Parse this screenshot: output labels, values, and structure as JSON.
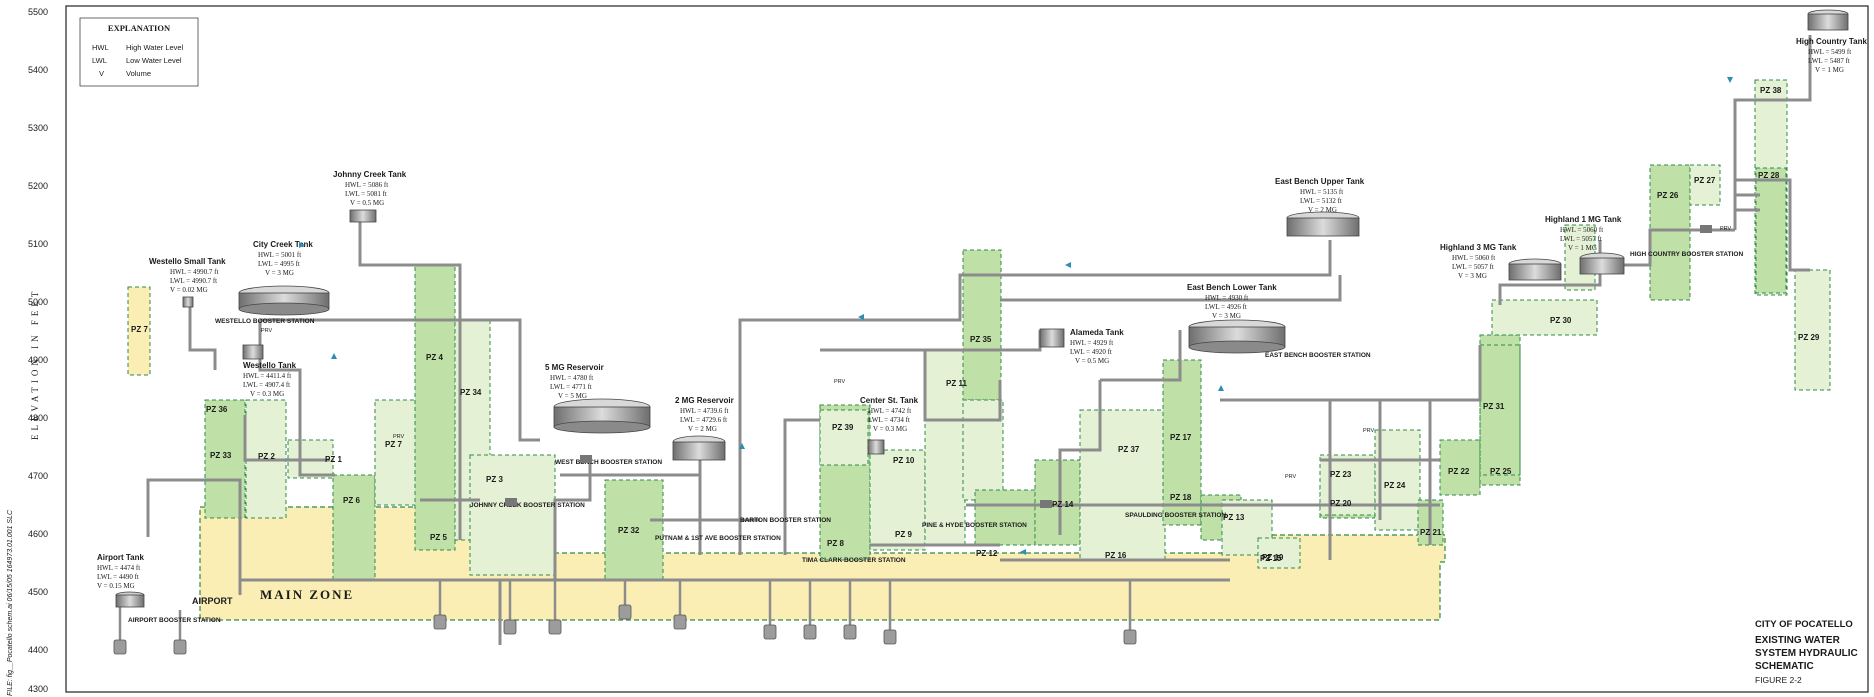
{
  "y_axis": {
    "label": "ELEVATION IN FEET",
    "ticks": [
      "5500",
      "5400",
      "5300",
      "5200",
      "5100",
      "5000",
      "4900",
      "4800",
      "4700",
      "4600",
      "4500",
      "4400",
      "4300"
    ]
  },
  "file_note": "FILE: fig__Pocatello schem.ai 06/15/05 164973.01.001 SLC",
  "explanation": {
    "title": "EXPLANATION",
    "rows": [
      {
        "abbr": "HWL",
        "desc": "High Water Level"
      },
      {
        "abbr": "LWL",
        "desc": "Low Water Level"
      },
      {
        "abbr": "V",
        "desc": "Volume"
      }
    ]
  },
  "main_zone": "MAIN ZONE",
  "tanks": [
    {
      "name": "Airport Tank",
      "lines": [
        "HWL = 4474 ft",
        "LWL = 4490 ft",
        "V = 0.15 MG"
      ]
    },
    {
      "name": "Westello Small Tank",
      "lines": [
        "HWL = 4990.7 ft",
        "LWL = 4990.7 ft",
        "V = 0.02 MG"
      ]
    },
    {
      "name": "City Creek Tank",
      "lines": [
        "HWL = 5001 ft",
        "LWL = 4995 ft",
        "V = 3 MG"
      ]
    },
    {
      "name": "Johnny Creek Tank",
      "lines": [
        "HWL = 5086 ft",
        "LWL = 5081 ft",
        "V = 0.5 MG"
      ]
    },
    {
      "name": "Westello Tank",
      "lines": [
        "HWL = 4411.4 ft",
        "LWL = 4907.4 ft",
        "V = 0.3 MG"
      ]
    },
    {
      "name": "5 MG Reservoir",
      "lines": [
        "HWL = 4780 ft",
        "LWL = 4771 ft",
        "V = 5 MG"
      ]
    },
    {
      "name": "2 MG Reservoir",
      "lines": [
        "HWL = 4739.6 ft",
        "LWL = 4729.6 ft",
        "V = 2 MG"
      ]
    },
    {
      "name": "Center St. Tank",
      "lines": [
        "HWL = 4742 ft",
        "LWL = 4734 ft",
        "V = 0.3 MG"
      ]
    },
    {
      "name": "Alameda Tank",
      "lines": [
        "HWL = 4929 ft",
        "LWL = 4920 ft",
        "V = 0.5 MG"
      ]
    },
    {
      "name": "East Bench Lower Tank",
      "lines": [
        "HWL = 4930 ft",
        "LWL = 4926 ft",
        "V = 3 MG"
      ]
    },
    {
      "name": "East Bench Upper Tank",
      "lines": [
        "HWL = 5135 ft",
        "LWL = 5132 ft",
        "V = 2 MG"
      ]
    },
    {
      "name": "Highland 3 MG Tank",
      "lines": [
        "HWL = 5060 ft",
        "LWL = 5057 ft",
        "V = 3 MG"
      ]
    },
    {
      "name": "Highland 1 MG Tank",
      "lines": [
        "HWL = 5060 ft",
        "LWL = 5057 ft",
        "V = 1 MG"
      ]
    },
    {
      "name": "High Country Tank",
      "lines": [
        "HWL = 5499 ft",
        "LWL = 5487 ft",
        "V = 1 MG"
      ]
    }
  ],
  "stations": [
    "WESTELLO BOOSTER STATION",
    "JOHNNY CREEK BOOSTER STATION",
    "WEST BENCH BOOSTER STATION",
    "BARTON BOOSTER STATION",
    "PUTNAM & 1ST AVE BOOSTER STATION",
    "TIMA CLARK BOOSTER STATION",
    "PINE & HYDE BOOSTER STATION",
    "SPAULDING BOOSTER STATION",
    "EAST BENCH BOOSTER STATION",
    "HIGH COUNTRY BOOSTER STATION",
    "AIRPORT BOOSTER STATION"
  ],
  "zones": [
    "PZ 1",
    "PZ 2",
    "PZ 3",
    "PZ 4",
    "PZ 5",
    "PZ 6",
    "PZ 7",
    "PZ 7",
    "PZ 8",
    "PZ 9",
    "PZ 10",
    "PZ 11",
    "PZ 12",
    "PZ 13",
    "PZ 14",
    "PZ 15",
    "PZ 16",
    "PZ 17",
    "PZ 18",
    "PZ 19",
    "PZ 20",
    "PZ 21",
    "PZ 22",
    "PZ 23",
    "PZ 24",
    "PZ 25",
    "PZ 26",
    "PZ 27",
    "PZ 28",
    "PZ 29",
    "PZ 30",
    "PZ 31",
    "PZ 32",
    "PZ 33",
    "PZ 34",
    "PZ 35",
    "PZ 36",
    "PZ 37",
    "PZ 38",
    "PZ 39"
  ],
  "misc": {
    "prv": "PRV",
    "airport": "AIRPORT"
  },
  "title_block": {
    "city": "CITY OF POCATELLO",
    "line1": "EXISTING WATER",
    "line2": "SYSTEM HYDRAULIC",
    "line3": "SCHEMATIC",
    "figure": "FIGURE 2-2"
  },
  "colors": {
    "main_zone": "#fbeeb5",
    "zone_light": "#e4f1d4",
    "zone_mid": "#bfe0a6",
    "zone_border": "#2f8a4a",
    "pipe": "#8c8c8c",
    "tank": "#9c9c9c",
    "arrow": "#2a8fb0"
  }
}
